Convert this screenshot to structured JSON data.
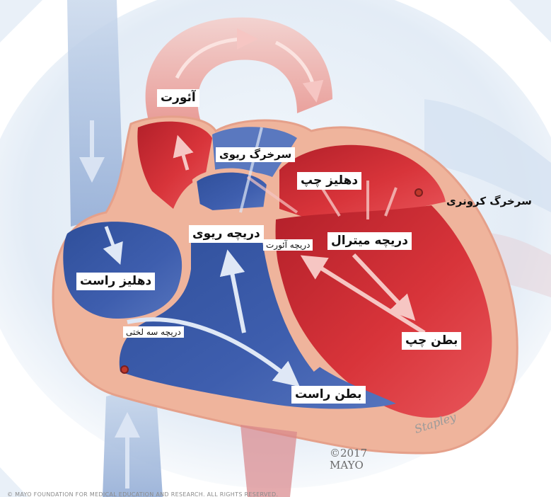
{
  "labels": {
    "aorta": "آئورت",
    "pulmonary_artery": "سرخرگ ریوی",
    "left_atrium": "دهلیز چپ",
    "coronary_artery": "سرخرگ کرونری",
    "pulmonary_valve": "دریچه ریوی",
    "mitral_valve": "دریچه میترال",
    "aortic_valve": "دریچه آئورت",
    "right_atrium": "دهلیز راست",
    "tricuspid_valve": "دریچه سه لختی",
    "left_ventricle": "بطن چپ",
    "right_ventricle": "بطن راست"
  },
  "copyright": {
    "line1": "©2017",
    "line2": "MAYO"
  },
  "footer": "© MAYO FOUNDATION FOR MEDICAL EDUCATION AND RESEARCH. ALL RIGHTS RESERVED.",
  "signature": "Stapley",
  "colors": {
    "oxygenated_red": "#d8343a",
    "deoxygenated_blue": "#3a5aa8",
    "heart_wall": "#efb49c",
    "background_tint": "#dce7f3"
  }
}
